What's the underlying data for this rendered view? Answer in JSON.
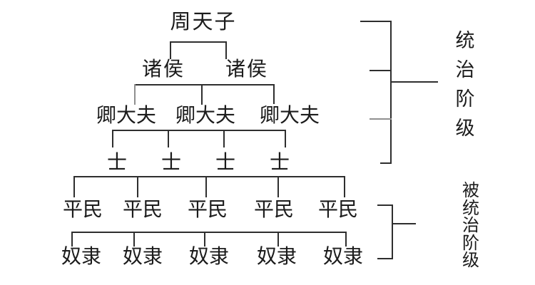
{
  "tree": {
    "king": "周天子",
    "vassals": [
      "诸侯",
      "诸侯"
    ],
    "ministers": [
      "卿大夫",
      "卿大夫",
      "卿大夫"
    ],
    "shi": [
      "士",
      "士",
      "士",
      "士"
    ],
    "commoners": [
      "平民",
      "平民",
      "平民",
      "平民",
      "平民"
    ],
    "slaves": [
      "奴隶",
      "奴隶",
      "奴隶",
      "奴隶",
      "奴隶"
    ]
  },
  "annotations": {
    "ruling_class": "统治阶级",
    "ruled_class": "被统治阶级"
  },
  "colors": {
    "background": "#ffffff",
    "line": "#2e2e2e",
    "text": "#1c1c1c"
  }
}
